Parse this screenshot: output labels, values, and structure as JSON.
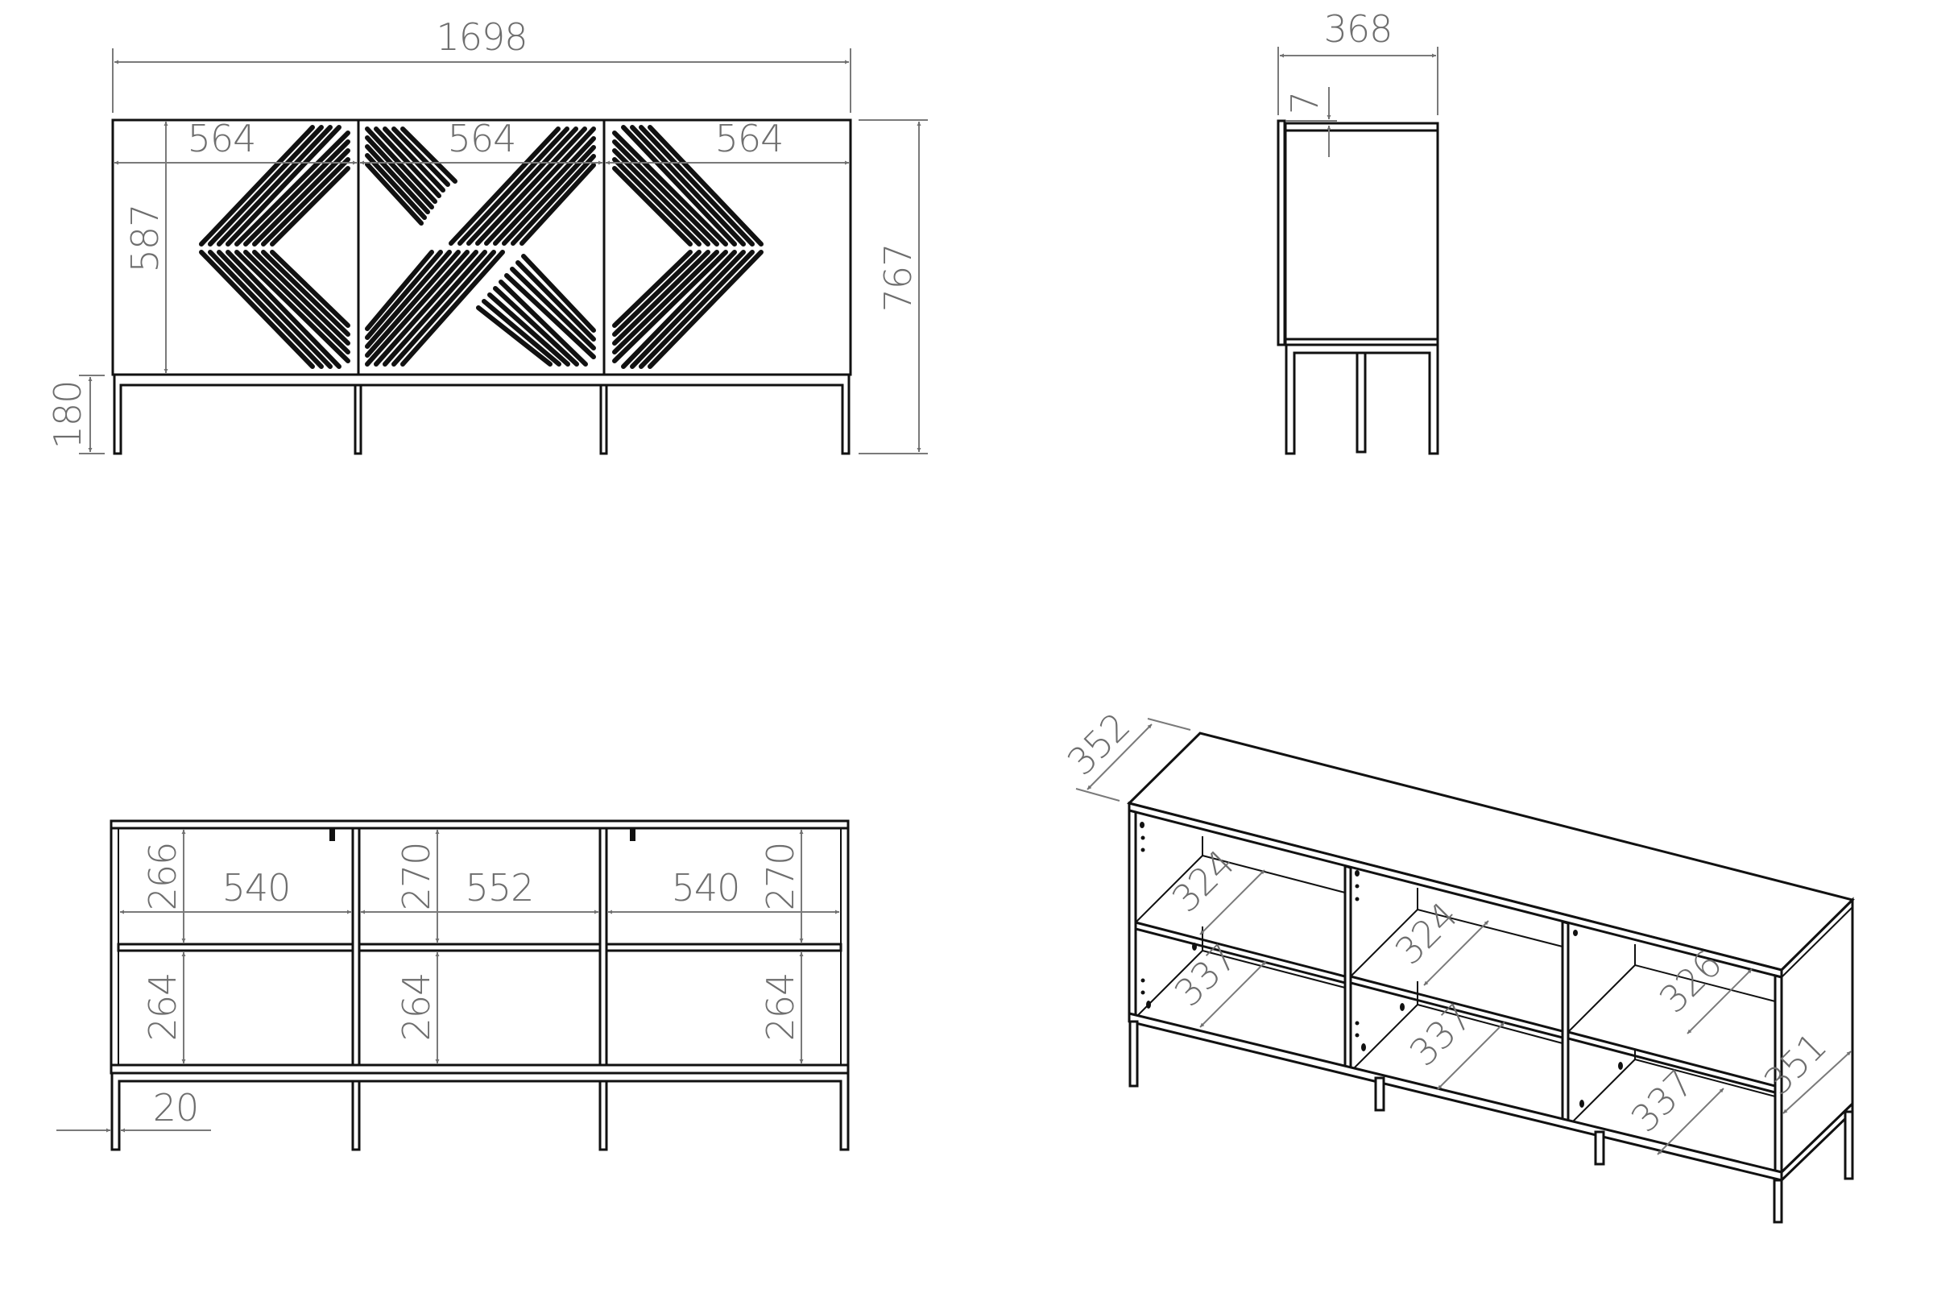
{
  "drawing": {
    "title": "Sideboard technical dimension drawing",
    "units": "mm",
    "colors": {
      "outline": "#111111",
      "dimension_line": "#7a7a7a",
      "dimension_text": "#6e6e6e",
      "background": "#ffffff"
    }
  },
  "front_view": {
    "overall_width": "1698",
    "door_widths": [
      "564",
      "564",
      "564"
    ],
    "body_height": "587",
    "leg_height": "180",
    "overall_height": "767",
    "door_pattern": [
      "chevron-left",
      "x-cross",
      "chevron-right"
    ]
  },
  "side_view": {
    "depth": "368",
    "door_thickness": "7"
  },
  "interior_view": {
    "compartment_widths": [
      "540",
      "552",
      "540"
    ],
    "upper_heights": [
      "266",
      "270",
      "270"
    ],
    "lower_heights": [
      "264",
      "264",
      "264"
    ],
    "leg_inset": "20"
  },
  "iso_view": {
    "top_depth": "352",
    "shelf_depths_upper": [
      "324",
      "324",
      "326"
    ],
    "shelf_depths_lower": [
      "337",
      "337",
      "337"
    ],
    "side_depth": "351"
  }
}
